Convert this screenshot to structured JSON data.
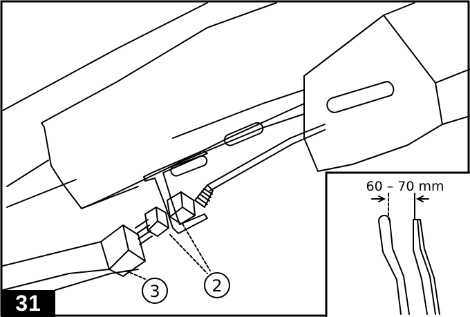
{
  "figure": {
    "number": "31",
    "callouts": [
      {
        "id": "3",
        "label": "3"
      },
      {
        "id": "2",
        "label": "2"
      }
    ],
    "inset": {
      "dimension_label": "60 – 70 mm"
    }
  },
  "colors": {
    "line": "#000000",
    "background": "#ffffff"
  }
}
